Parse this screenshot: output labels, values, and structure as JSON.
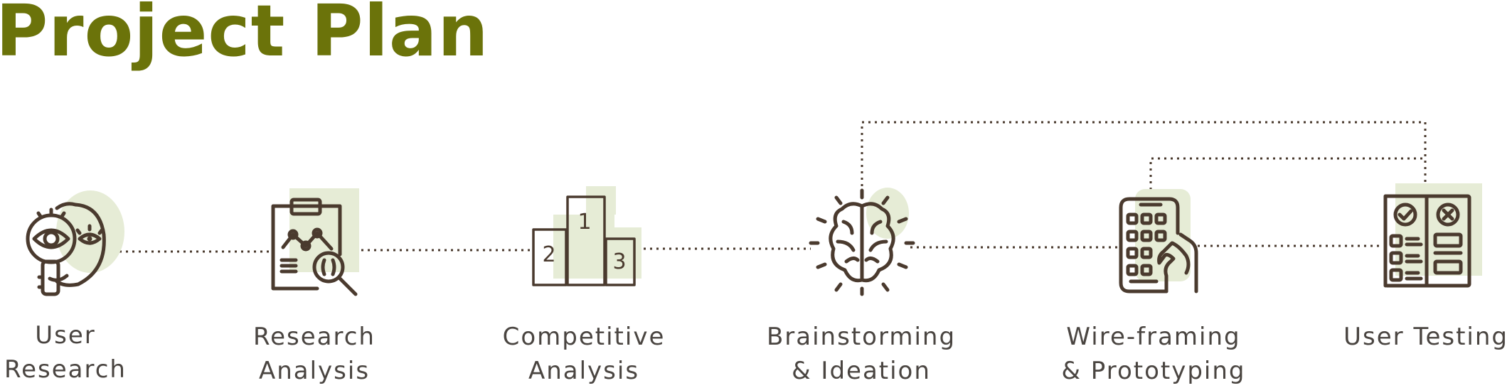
{
  "title": "Project Plan",
  "colors": {
    "title": "#6b730a",
    "icon_stroke": "#4a3a2e",
    "icon_accent": "#e6ecd6",
    "label_text": "#4a4541",
    "connector": "#4a3a2e"
  },
  "steps": [
    {
      "id": "user-research",
      "icon": "magnifier-eye-icon",
      "label_lines": [
        "User",
        "Research"
      ]
    },
    {
      "id": "research-analysis",
      "icon": "clipboard-chart-icon",
      "label_lines": [
        "Research",
        "Analysis"
      ]
    },
    {
      "id": "competitive-analysis",
      "icon": "podium-icon",
      "label_lines": [
        "Competitive",
        "Analysis"
      ],
      "podium_numbers": [
        "1",
        "2",
        "3"
      ]
    },
    {
      "id": "brainstorming-ideation",
      "icon": "brain-icon",
      "label_lines": [
        "Brainstorming",
        "& Ideation"
      ]
    },
    {
      "id": "wireframing-prototyping",
      "icon": "phone-hand-icon",
      "label_lines": [
        "Wire-framing",
        "& Prototyping"
      ]
    },
    {
      "id": "user-testing",
      "icon": "test-checklist-icon",
      "label_lines": [
        "User Testing"
      ]
    }
  ],
  "connections": [
    {
      "from": "user-research",
      "to": "research-analysis",
      "style": "dotted"
    },
    {
      "from": "research-analysis",
      "to": "competitive-analysis",
      "style": "dotted"
    },
    {
      "from": "competitive-analysis",
      "to": "brainstorming-ideation",
      "style": "dotted"
    },
    {
      "from": "brainstorming-ideation",
      "to": "wireframing-prototyping",
      "style": "dotted"
    },
    {
      "from": "wireframing-prototyping",
      "to": "user-testing",
      "style": "dotted"
    },
    {
      "from": "user-testing",
      "to": "brainstorming-ideation",
      "style": "dotted",
      "kind": "feedback-loop"
    },
    {
      "from": "user-testing",
      "to": "wireframing-prototyping",
      "style": "dotted",
      "kind": "feedback-loop"
    }
  ]
}
